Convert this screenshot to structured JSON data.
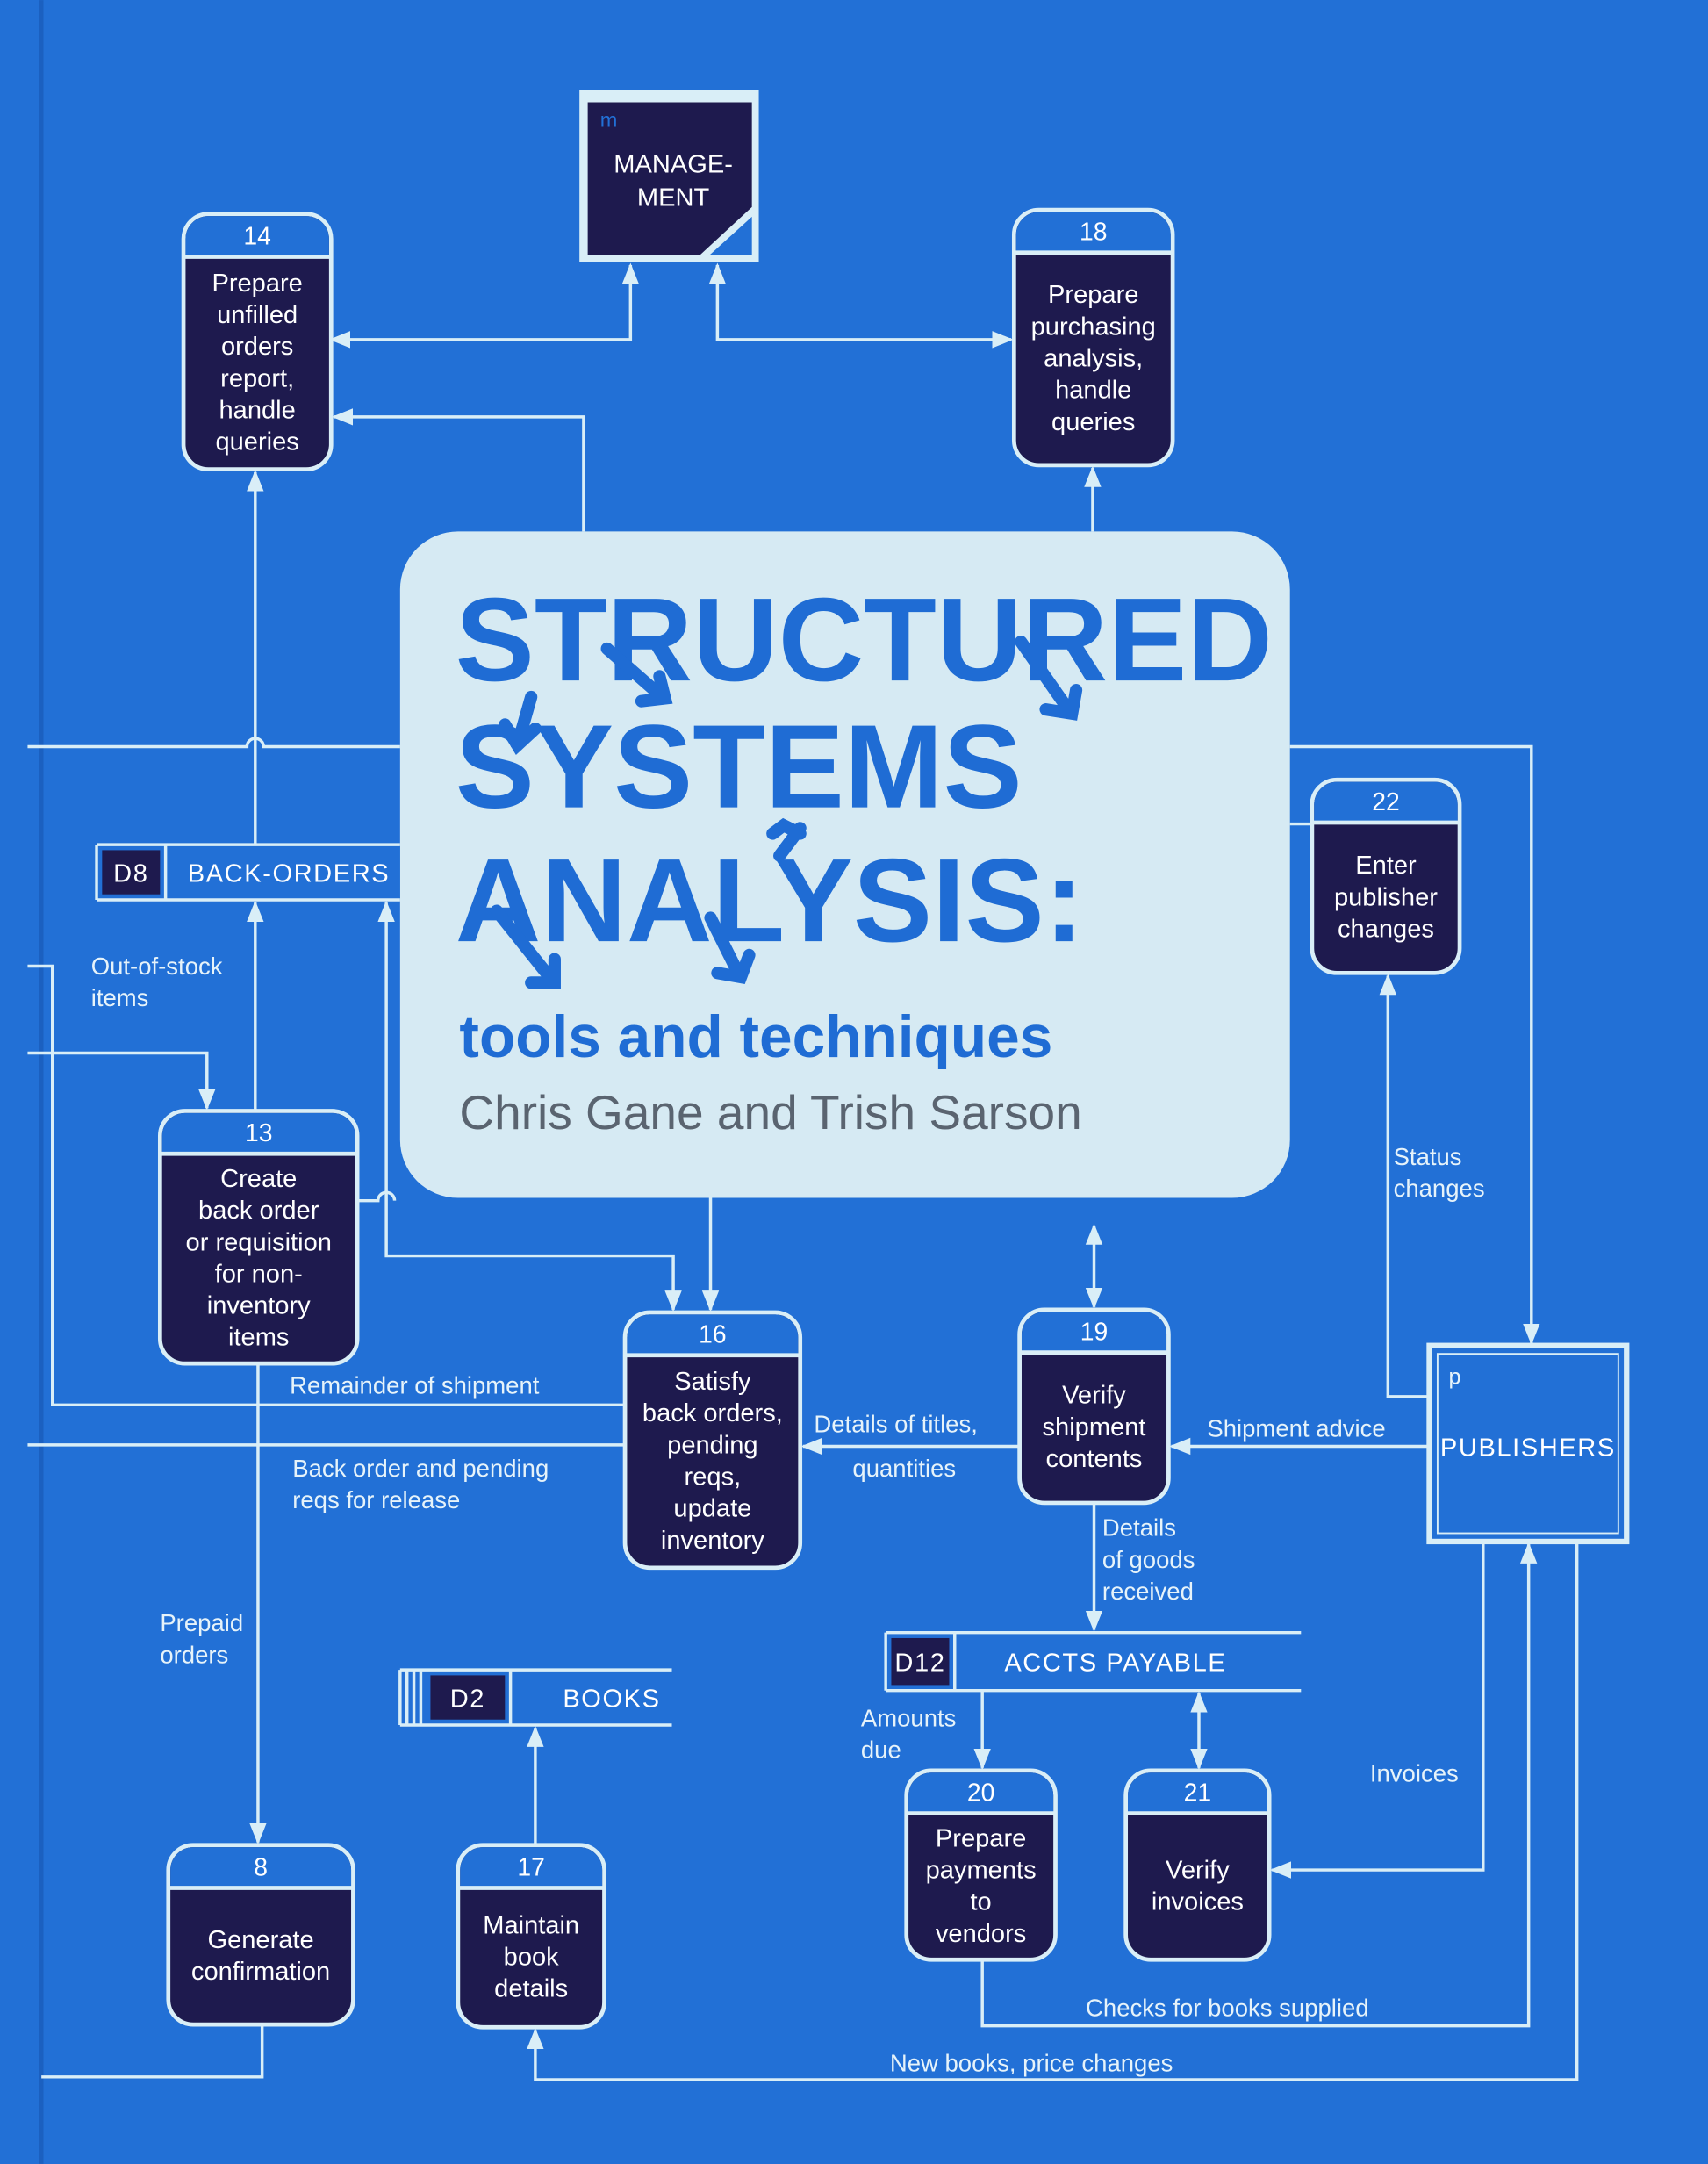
{
  "cover": {
    "title_lines": [
      "STRUCTURED",
      "SYSTEMS",
      "ANALYSIS:"
    ],
    "subtitle": "tools and techniques",
    "authors": "Chris Gane and Trish Sarson"
  },
  "colors": {
    "background": "#2270d6",
    "process_fill": "#1e1a4e",
    "line": "#d9eef7",
    "title_panel": "#d6eaf3",
    "title_text": "#1f6cd4"
  },
  "entities": [
    {
      "id": "m",
      "lines": [
        "MANAGE-",
        "MENT"
      ]
    },
    {
      "id": "p",
      "lines": [
        "PUBLISHERS"
      ]
    }
  ],
  "data_stores": [
    {
      "id": "D8",
      "name": "BACK-ORDERS"
    },
    {
      "id": "D2",
      "name": "BOOKS"
    },
    {
      "id": "D12",
      "name": "ACCTS PAYABLE"
    }
  ],
  "processes": [
    {
      "num": "14",
      "lines": [
        "Prepare",
        "unfilled",
        "orders",
        "report,",
        "handle",
        "queries"
      ]
    },
    {
      "num": "18",
      "lines": [
        "Prepare",
        "purchasing",
        "analysis,",
        "handle",
        "queries"
      ]
    },
    {
      "num": "22",
      "lines": [
        "Enter",
        "publisher",
        "changes"
      ]
    },
    {
      "num": "13",
      "lines": [
        "Create",
        "back order",
        "or requisition",
        "for non-",
        "inventory",
        "items"
      ]
    },
    {
      "num": "16",
      "lines": [
        "Satisfy",
        "back orders,",
        "pending",
        "reqs,",
        "update",
        "inventory"
      ]
    },
    {
      "num": "19",
      "lines": [
        "Verify",
        "shipment",
        "contents"
      ]
    },
    {
      "num": "8",
      "lines": [
        "Generate",
        "confirmation"
      ]
    },
    {
      "num": "17",
      "lines": [
        "Maintain",
        "book",
        "details"
      ]
    },
    {
      "num": "20",
      "lines": [
        "Prepare",
        "payments",
        "to",
        "vendors"
      ]
    },
    {
      "num": "21",
      "lines": [
        "Verify",
        "invoices"
      ]
    }
  ],
  "flows": [
    {
      "lines": [
        "Out-of-stock",
        "items"
      ]
    },
    {
      "lines": [
        "Remainder of shipment"
      ]
    },
    {
      "lines": [
        "Back order and pending",
        "reqs for release"
      ]
    },
    {
      "lines": [
        "Details of titles,"
      ]
    },
    {
      "lines": [
        "quantities"
      ]
    },
    {
      "lines": [
        "Shipment advice"
      ]
    },
    {
      "lines": [
        "Status",
        "changes"
      ]
    },
    {
      "lines": [
        "Details",
        "of goods",
        "received"
      ]
    },
    {
      "lines": [
        "Prepaid",
        "orders"
      ]
    },
    {
      "lines": [
        "Amounts",
        "due"
      ]
    },
    {
      "lines": [
        "Invoices"
      ]
    },
    {
      "lines": [
        "Checks for books supplied"
      ]
    },
    {
      "lines": [
        "New books, price changes"
      ]
    }
  ]
}
